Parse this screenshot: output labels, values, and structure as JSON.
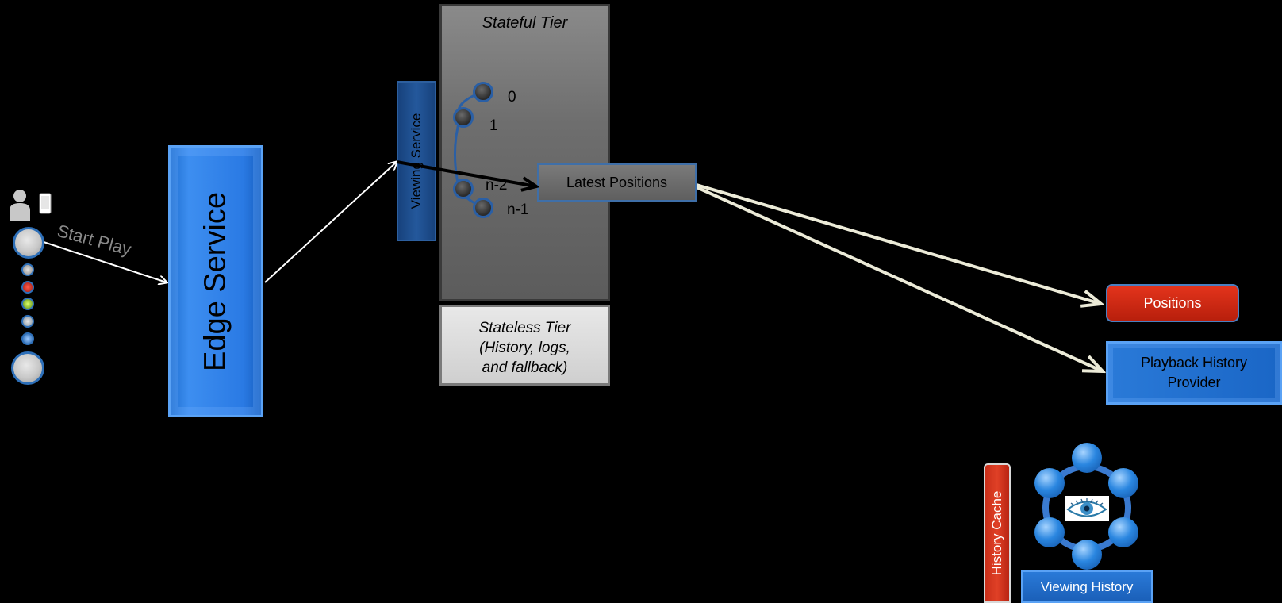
{
  "diagram": {
    "start_play": "Start Play",
    "edge_service": "Edge Service",
    "stateful_tier": "Stateful Tier",
    "viewing_service": "Viewing Service",
    "ring_nodes": [
      "0",
      "1",
      "n-2",
      "n-1"
    ],
    "latest_positions": "Latest Positions",
    "stateless_tier": [
      "Stateless Tier",
      "(History, logs,",
      "and fallback)"
    ],
    "positions": "Positions",
    "playback_history_provider": [
      "Playback History",
      "Provider"
    ],
    "history_cache": "History Cache",
    "viewing_history": "Viewing History"
  },
  "colors": {
    "background": "#000000",
    "edge_blue": "#2a7ae4",
    "stateful_gray": "#6e6e6e",
    "positions_red": "#d02c16",
    "arrow_cream": "#ecebd8"
  }
}
